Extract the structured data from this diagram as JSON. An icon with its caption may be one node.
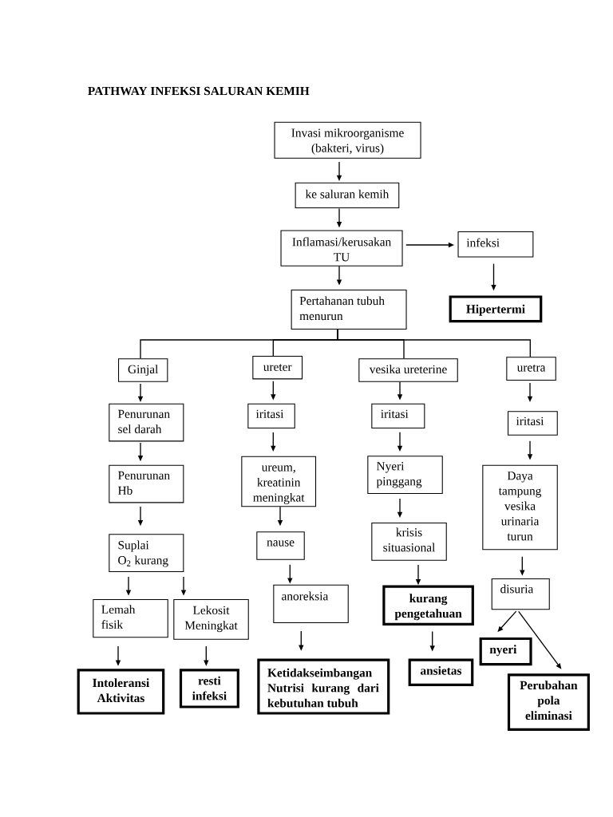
{
  "diagram": {
    "title": "PATHWAY INFEKSI SALURAN KEMIH",
    "nodes": [
      {
        "text": [
          "Invasi mikroorganisme (bakteri, virus)"
        ]
      },
      {
        "text": [
          "ke saluran kemih"
        ]
      },
      {
        "text": [
          "Inflamasi/kerusakan TU"
        ]
      },
      {
        "text": [
          "infeksi"
        ]
      },
      {
        "text": [
          "Pertahanan tubuh menurun"
        ]
      },
      {
        "text": [
          "Hipertermi"
        ]
      },
      {
        "text": [
          "Ginjal"
        ]
      },
      {
        "text": [
          "ureter"
        ]
      },
      {
        "text": [
          "vesika ureterine"
        ]
      },
      {
        "text": [
          "uretra"
        ]
      },
      {
        "text": [
          "Penurunan sel darah"
        ]
      },
      {
        "text": [
          "iritasi"
        ]
      },
      {
        "text": [
          "iritasi"
        ]
      },
      {
        "text": [
          "iritasi"
        ]
      },
      {
        "text": [
          "Penurunan Hb"
        ]
      },
      {
        "text": [
          "ureum, kreatinin meningkat"
        ]
      },
      {
        "text": [
          "Nyeri pinggang"
        ]
      },
      {
        "text": [
          "Daya tampung vesika urinaria turun"
        ]
      },
      {
        "text": [
          "Suplai O$_{2}$ kurang"
        ]
      },
      {
        "text": [
          "nause"
        ]
      },
      {
        "text": [
          "krisis situasional"
        ]
      },
      {
        "text": [
          "Lemah fisik"
        ]
      },
      {
        "text": [
          "Lekosit Meningkat"
        ]
      },
      {
        "text": [
          "anoreksia"
        ]
      },
      {
        "text": [
          "kurang pengetahuan"
        ]
      },
      {
        "text": [
          "disuria"
        ]
      },
      {
        "text": [
          "Intoleransi Aktivitas"
        ]
      },
      {
        "text": [
          "resti infeksi"
        ]
      },
      {
        "text": [
          "Ketidakseimbangan Nutrisi kurang dari kebutuhan tubuh"
        ]
      },
      {
        "text": [
          "ansietas"
        ]
      },
      {
        "text": [
          "nyeri"
        ]
      },
      {
        "text": [
          "Perubahan pola eliminasi"
        ]
      }
    ],
    "edges": [
      {
        "from": 0,
        "to": 1,
        "arrow": "to"
      },
      {
        "from": 1,
        "to": 2,
        "arrow": "to"
      },
      {
        "from": 2,
        "to": 3,
        "arrow": "to"
      },
      {
        "from": 3,
        "to": 5,
        "arrow": "to"
      },
      {
        "from": 2,
        "to": 4,
        "arrow": "to"
      },
      {
        "from": 4,
        "to": 6,
        "arrow": "none"
      },
      {
        "from": 4,
        "to": 7,
        "arrow": "none"
      },
      {
        "from": 4,
        "to": 8,
        "arrow": "none"
      },
      {
        "from": 4,
        "to": 9,
        "arrow": "none"
      },
      {
        "from": 6,
        "to": 10,
        "arrow": "to"
      },
      {
        "from": 10,
        "to": 14,
        "arrow": "to"
      },
      {
        "from": 14,
        "to": 18,
        "arrow": "to"
      },
      {
        "from": 18,
        "to": 21,
        "arrow": "to"
      },
      {
        "from": 18,
        "to": 22,
        "arrow": "to"
      },
      {
        "from": 21,
        "to": 26,
        "arrow": "to"
      },
      {
        "from": 22,
        "to": 27,
        "arrow": "to"
      },
      {
        "from": 7,
        "to": 11,
        "arrow": "to"
      },
      {
        "from": 11,
        "to": 15,
        "arrow": "to"
      },
      {
        "from": 15,
        "to": 19,
        "arrow": "to"
      },
      {
        "from": 19,
        "to": 23,
        "arrow": "to"
      },
      {
        "from": 23,
        "to": 28,
        "arrow": "to"
      },
      {
        "from": 8,
        "to": 12,
        "arrow": "to"
      },
      {
        "from": 12,
        "to": 16,
        "arrow": "to"
      },
      {
        "from": 16,
        "to": 20,
        "arrow": "to"
      },
      {
        "from": 20,
        "to": 24,
        "arrow": "to"
      },
      {
        "from": 24,
        "to": 29,
        "arrow": "to"
      },
      {
        "from": 9,
        "to": 13,
        "arrow": "to"
      },
      {
        "from": 13,
        "to": 17,
        "arrow": "to"
      },
      {
        "from": 17,
        "to": 25,
        "arrow": "to"
      },
      {
        "from": 25,
        "to": 30,
        "arrow": "to"
      },
      {
        "from": 25,
        "to": 31,
        "arrow": "to"
      }
    ]
  }
}
